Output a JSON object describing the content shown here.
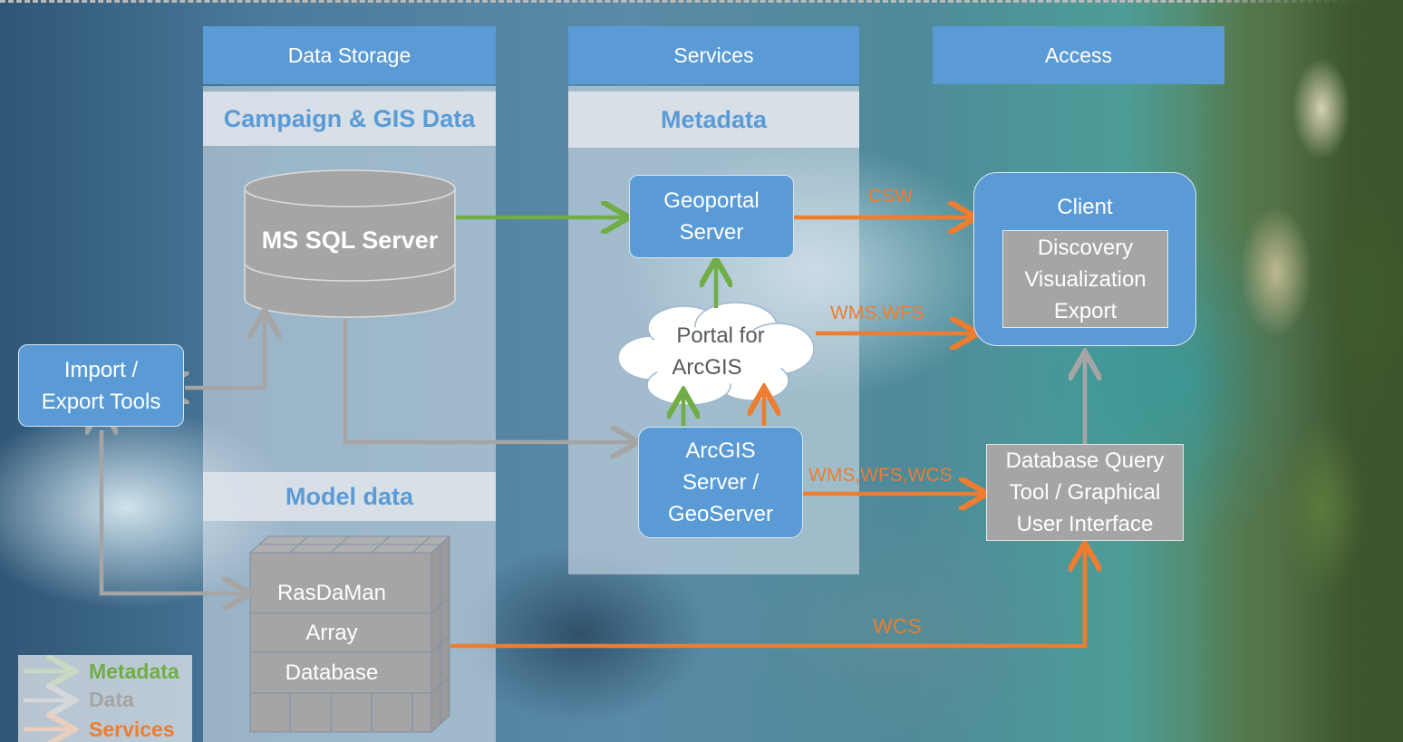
{
  "columns": {
    "data_storage": "Data Storage",
    "services": "Services",
    "access": "Access"
  },
  "sections": {
    "campaign_gis": "Campaign & GIS Data",
    "metadata": "Metadata",
    "model_data": "Model data"
  },
  "nodes": {
    "ms_sql": "MS SQL Server",
    "import_export": [
      "Import /",
      "Export Tools"
    ],
    "geoportal": [
      "Geoportal",
      "Server"
    ],
    "portal_arcgis": [
      "Portal for",
      "ArcGIS"
    ],
    "arcgis_server": [
      "ArcGIS",
      "Server /",
      "GeoServer"
    ],
    "client": "Client",
    "client_functions": [
      "Discovery",
      "Visualization",
      "Export"
    ],
    "db_query": [
      "Database Query",
      "Tool / Graphical",
      "User Interface"
    ],
    "rasdaman": [
      "RasDaMan",
      "Array",
      "Database"
    ]
  },
  "edge_labels": {
    "csw": "CSW",
    "wms_wfs": "WMS,WFS",
    "wms_wfs_wcs": "WMS,WFS,WCS",
    "wcs": "WCS"
  },
  "legend": {
    "metadata": "Metadata",
    "data": "Data",
    "services": "Services"
  },
  "colors": {
    "header_blue": "#5b9bd5",
    "metadata_green": "#70ad47",
    "data_grey": "#a5a5a5",
    "services_orange": "#ed7d31"
  }
}
